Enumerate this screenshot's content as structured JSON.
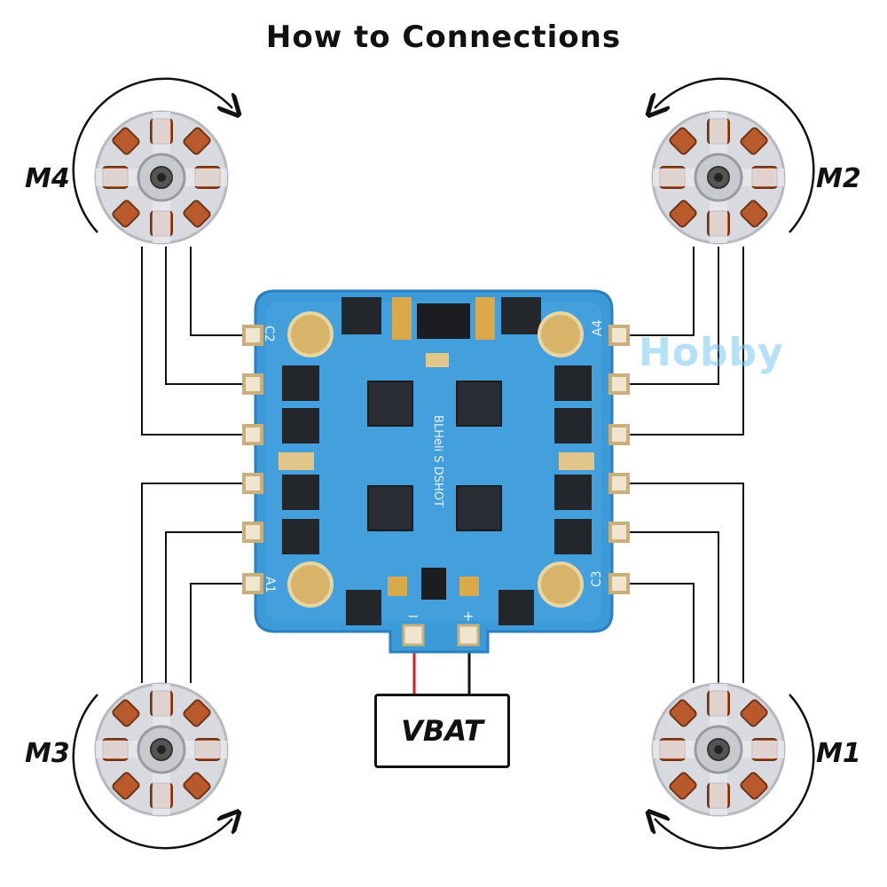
{
  "title": "How to Connections",
  "motors": [
    {
      "id": "M4",
      "label": "M4",
      "rotation": "clockwise"
    },
    {
      "id": "M2",
      "label": "M2",
      "rotation": "counter-clockwise"
    },
    {
      "id": "M3",
      "label": "M3",
      "rotation": "counter-clockwise"
    },
    {
      "id": "M1",
      "label": "M1",
      "rotation": "clockwise"
    }
  ],
  "power": {
    "label": "VBAT"
  },
  "board": {
    "pad_labels": {
      "top_left": "C2",
      "top_right": "A4",
      "bottom_left": "A1",
      "bottom_right": "C3"
    },
    "silkscreen": "BLHeli S DSHOT",
    "polarity_minus": "−",
    "polarity_plus": "+"
  },
  "watermark": "Hobby",
  "colors": {
    "board": "#3d9ad8",
    "board_edge": "#2b7fbe",
    "chip": "#23262b",
    "gold": "#d7b46a",
    "wire": "#111111",
    "positive_wire": "#d81b1b",
    "motor_shell": "#d9dadf",
    "copper": "#b85a2c"
  }
}
